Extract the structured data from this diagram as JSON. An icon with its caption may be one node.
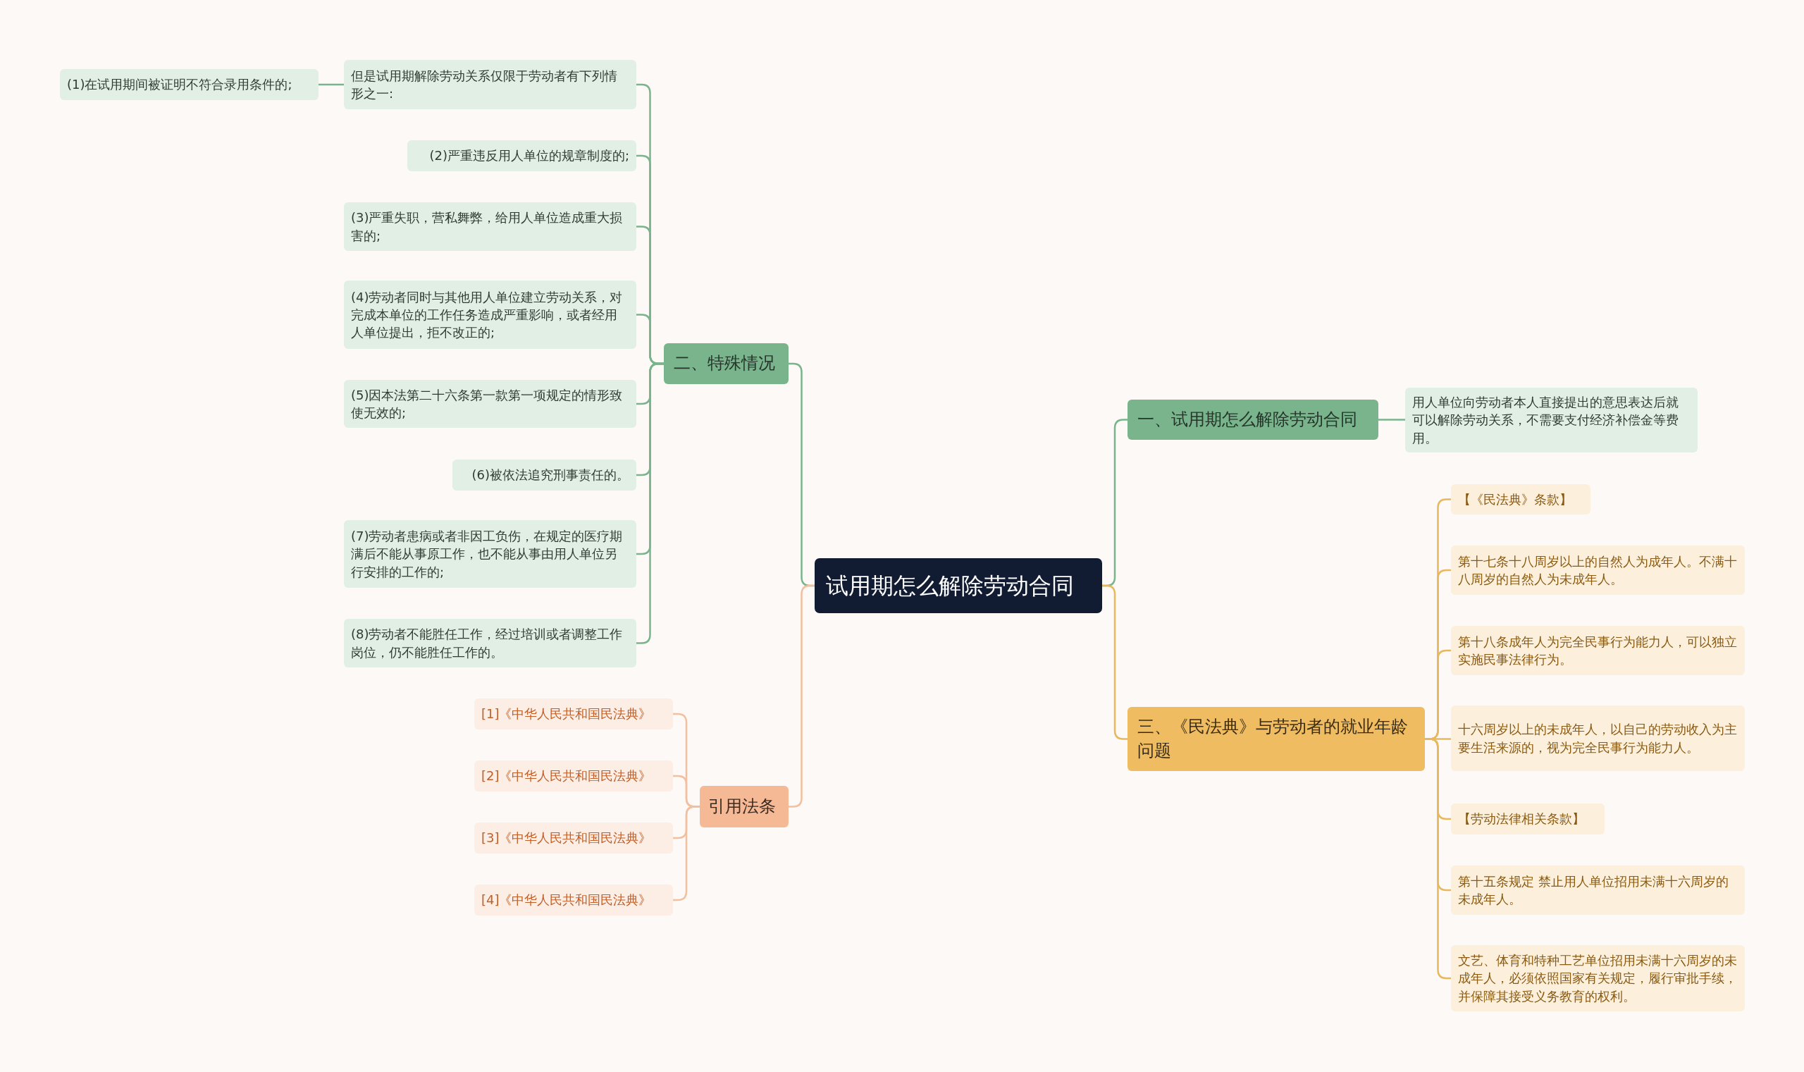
{
  "diagram": {
    "nodes": [
      {
        "text": [
          "试用期怎么解除劳动合同"
        ]
      },
      {
        "text": [
          "二、特殊情况"
        ]
      },
      {
        "text": [
          "但是试用期解除劳动关系仅限于劳动者有下列情形之一:"
        ]
      },
      {
        "text": [
          "(1)在试用期间被证明不符合录用条件的;"
        ]
      },
      {
        "text": [
          "(2)严重违反用人单位的规章制度的;"
        ]
      },
      {
        "text": [
          "(3)严重失职，营私舞弊，给用人单位造成重大损害的;"
        ]
      },
      {
        "text": [
          "(4)劳动者同时与其他用人单位建立劳动关系，对完成本单位的工作任务造成严重影响，或者经用人单位提出，拒不改正的;"
        ]
      },
      {
        "text": [
          "(5)因本法第二十六条第一款第一项规定的情形致使无效的;"
        ]
      },
      {
        "text": [
          "(6)被依法追究刑事责任的。"
        ]
      },
      {
        "text": [
          "(7)劳动者患病或者非因工负伤，在规定的医疗期满后不能从事原工作，也不能从事由用人单位另行安排的工作的;"
        ]
      },
      {
        "text": [
          "(8)劳动者不能胜任工作，经过培训或者调整工作岗位，仍不能胜任工作的。"
        ]
      },
      {
        "text": [
          "引用法条"
        ]
      },
      {
        "text": [
          "[1]《中华人民共和国民法典》"
        ]
      },
      {
        "text": [
          "[2]《中华人民共和国民法典》"
        ]
      },
      {
        "text": [
          "[3]《中华人民共和国民法典》"
        ]
      },
      {
        "text": [
          "[4]《中华人民共和国民法典》"
        ]
      },
      {
        "text": [
          "一、试用期怎么解除劳动合同"
        ]
      },
      {
        "text": [
          "用人单位向劳动者本人直接提出的意思表达后就可以解除劳动关系，不需要支付经济补偿金等费用。"
        ]
      },
      {
        "text": [
          "三、《民法典》与劳动者的就业年龄问题"
        ]
      },
      {
        "text": [
          "【《民法典》条款】"
        ]
      },
      {
        "text": [
          "第十七条十八周岁以上的自然人为成年人。不满十八周岁的自然人为未成年人。"
        ]
      },
      {
        "text": [
          "第十八条成年人为完全民事行为能力人，可以独立实施民事法律行为。"
        ]
      },
      {
        "text": [
          "十六周岁以上的未成年人，以自己的劳动收入为主要生活来源的，视为完全民事行为能力人。"
        ]
      },
      {
        "text": [
          "【劳动法律相关条款】"
        ]
      },
      {
        "text": [
          "第十五条规定 禁止用人单位招用未满十六周岁的未成年人。"
        ]
      },
      {
        "text": [
          "文艺、体育和特种工艺单位招用未满十六周岁的未成年人，必须依照国家有关规定，履行审批手续，并保障其接受义务教育的权利。"
        ]
      }
    ],
    "edges": [
      {
        "from": 0,
        "to": 1,
        "arrow": "none"
      },
      {
        "from": 1,
        "to": 2,
        "arrow": "none"
      },
      {
        "from": 2,
        "to": 3,
        "arrow": "none"
      },
      {
        "from": 1,
        "to": 4,
        "arrow": "none"
      },
      {
        "from": 1,
        "to": 5,
        "arrow": "none"
      },
      {
        "from": 1,
        "to": 6,
        "arrow": "none"
      },
      {
        "from": 1,
        "to": 7,
        "arrow": "none"
      },
      {
        "from": 1,
        "to": 8,
        "arrow": "none"
      },
      {
        "from": 1,
        "to": 9,
        "arrow": "none"
      },
      {
        "from": 1,
        "to": 10,
        "arrow": "none"
      },
      {
        "from": 0,
        "to": 11,
        "arrow": "none",
        "color": "#f2bf9f"
      },
      {
        "from": 11,
        "to": 12,
        "arrow": "none",
        "color": "#f2bf9f"
      },
      {
        "from": 11,
        "to": 13,
        "arrow": "none",
        "color": "#f2bf9f"
      },
      {
        "from": 11,
        "to": 14,
        "arrow": "none",
        "color": "#f2bf9f"
      },
      {
        "from": 11,
        "to": 15,
        "arrow": "none",
        "color": "#f2bf9f"
      },
      {
        "from": 0,
        "to": 16,
        "arrow": "none"
      },
      {
        "from": 16,
        "to": 17,
        "arrow": "none"
      },
      {
        "from": 0,
        "to": 18,
        "arrow": "none",
        "color": "#e7b85e"
      },
      {
        "from": 18,
        "to": 19,
        "arrow": "none",
        "color": "#e7b85e"
      },
      {
        "from": 18,
        "to": 20,
        "arrow": "none",
        "color": "#e7b85e"
      },
      {
        "from": 18,
        "to": 21,
        "arrow": "none",
        "color": "#e7b85e"
      },
      {
        "from": 18,
        "to": 22,
        "arrow": "none",
        "color": "#e7b85e"
      },
      {
        "from": 18,
        "to": 23,
        "arrow": "none",
        "color": "#e7b85e"
      },
      {
        "from": 18,
        "to": 24,
        "arrow": "none",
        "color": "#e7b85e"
      },
      {
        "from": 18,
        "to": 25,
        "arrow": "none",
        "color": "#e7b85e"
      }
    ]
  }
}
